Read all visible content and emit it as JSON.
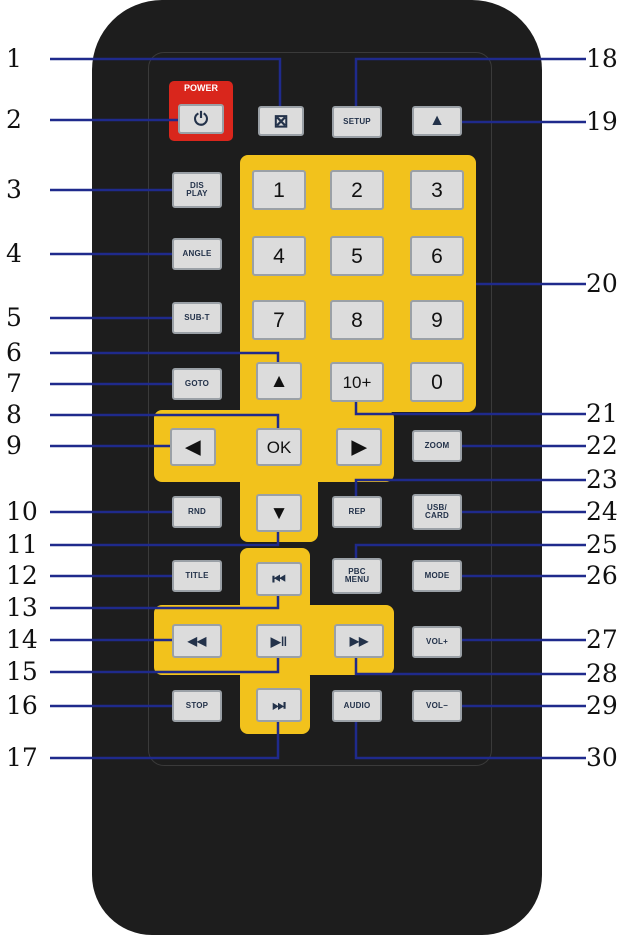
{
  "remote": {
    "power_label": "POWER",
    "buttons": {
      "power": "⏻",
      "mute": "⊠",
      "setup": "SETUP",
      "eject": "▲",
      "display": "DIS\nPLAY",
      "angle": "ANGLE",
      "subt": "SUB-T",
      "goto": "GOTO",
      "rnd": "RND",
      "title": "TITLE",
      "stop": "STOP",
      "n1": "1",
      "n2": "2",
      "n3": "3",
      "n4": "4",
      "n5": "5",
      "n6": "6",
      "n7": "7",
      "n8": "8",
      "n9": "9",
      "n10": "10+",
      "n0": "0",
      "up": "▲",
      "left": "◀",
      "ok": "OK",
      "right": "▶",
      "down": "▼",
      "zoom": "ZOOM",
      "rep": "REP",
      "usb": "USB/\nCARD",
      "pbc": "PBC\nMENU",
      "mode": "MODE",
      "prev": "⏮",
      "rew": "◀◀",
      "play": "▶‖",
      "ff": "▶▶",
      "next": "⏭",
      "vol_up": "VOL+",
      "vol_down": "VOL−",
      "audio": "AUDIO"
    }
  },
  "callouts": {
    "c1": "1",
    "c2": "2",
    "c3": "3",
    "c4": "4",
    "c5": "5",
    "c6": "6",
    "c7": "7",
    "c8": "8",
    "c9": "9",
    "c10": "10",
    "c11": "11",
    "c12": "12",
    "c13": "13",
    "c14": "14",
    "c15": "15",
    "c16": "16",
    "c17": "17",
    "c18": "18",
    "c19": "19",
    "c20": "20",
    "c21": "21",
    "c22": "22",
    "c23": "23",
    "c24": "24",
    "c25": "25",
    "c26": "26",
    "c27": "27",
    "c28": "28",
    "c29": "29",
    "c30": "30"
  },
  "colors": {
    "body": "#1d1d1d",
    "highlight": "#f2c21c",
    "power": "#d9261c",
    "key": "#dcdcdc",
    "leader": "#1f2a8c"
  }
}
